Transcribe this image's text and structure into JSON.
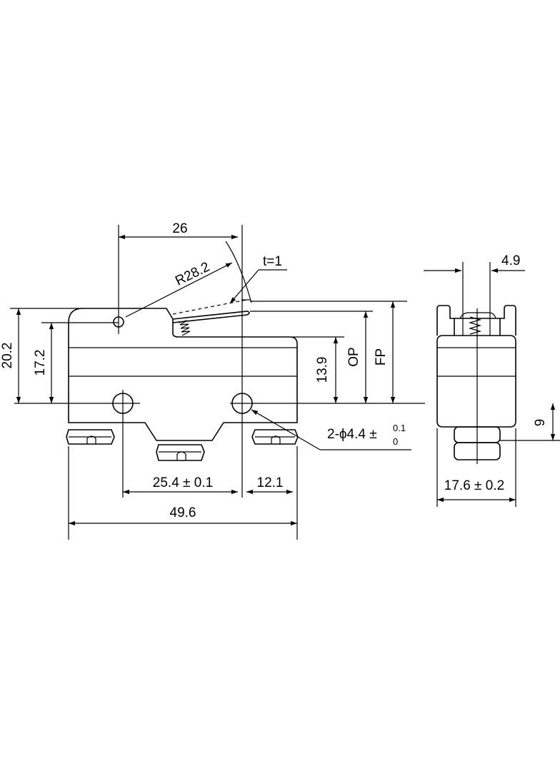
{
  "dimensions": {
    "lever_distance": "26",
    "lever_radius": "R28.2",
    "lever_thickness": "t=1",
    "total_height": "20.2",
    "body_height": "17.2",
    "op_height": "13.9",
    "op_label": "OP",
    "fp_label": "FP",
    "hole_spacing": "25.4 ± 0.1",
    "hole_edge_offset": "12.1",
    "overall_length": "49.6",
    "hole_prefix": "2-ϕ4.4 ±",
    "hole_tol_upper": "0.1",
    "hole_tol_lower": "0",
    "plunger_width": "4.9",
    "hole_height": "9",
    "side_width": "17.6 ± 0.2"
  },
  "colors": {
    "ink": "#000000",
    "background": "#ffffff"
  }
}
